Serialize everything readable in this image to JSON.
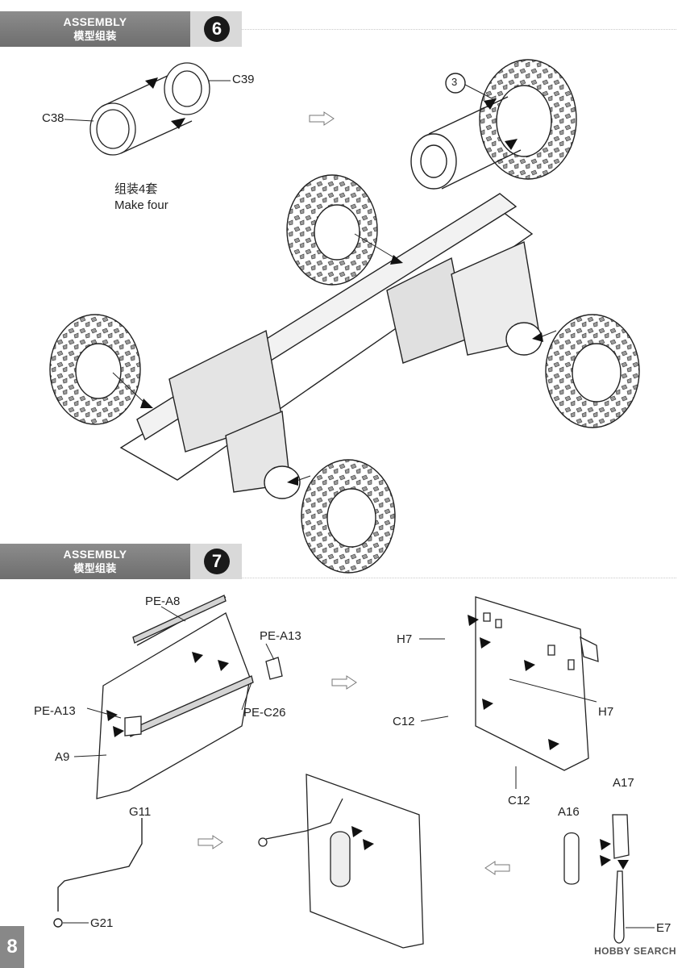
{
  "steps": [
    {
      "section": "ASSEMBLY",
      "section_cn": "模型组装",
      "number": "6"
    },
    {
      "section": "ASSEMBLY",
      "section_cn": "模型组装",
      "number": "7"
    }
  ],
  "step6": {
    "labels": {
      "c39": "C39",
      "c38": "C38",
      "callout": "3"
    },
    "note_cn": "组装4套",
    "note_en": "Make four"
  },
  "step7": {
    "labels": {
      "pe_a8": "PE-A8",
      "pe_a13_top": "PE-A13",
      "pe_a13_left": "PE-A13",
      "pe_c26": "PE-C26",
      "a9": "A9",
      "h7_left": "H7",
      "h7_right": "H7",
      "c12_left": "C12",
      "c12_bottom": "C12",
      "a17": "A17",
      "a16": "A16",
      "g11": "G11",
      "g21": "G21",
      "e7": "E7"
    }
  },
  "footer": {
    "page": "8",
    "watermark": "HOBBY SEARCH"
  }
}
